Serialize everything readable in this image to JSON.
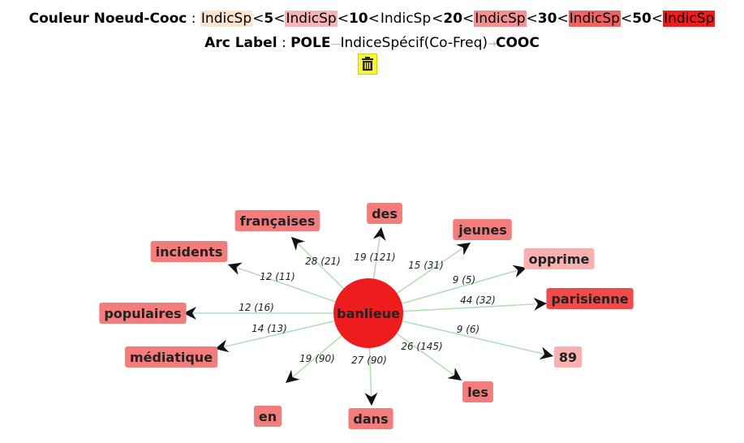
{
  "legend": {
    "title": "Couleur Noeud-Cooc",
    "sep": " : ",
    "items": [
      {
        "label": "IndicSp",
        "color": "#fce4d2"
      },
      {
        "op": "<"
      },
      {
        "threshold": "5"
      },
      {
        "op": "<"
      },
      {
        "label": "IndicSp",
        "color": "#f7b5b5"
      },
      {
        "op": "<"
      },
      {
        "threshold": "10"
      },
      {
        "op": "<"
      },
      {
        "label": "IndicSp",
        "color": "#ffffff"
      },
      {
        "op": "<"
      },
      {
        "threshold": "20"
      },
      {
        "op": "<"
      },
      {
        "label": "IndicSp",
        "color": "#f49191"
      },
      {
        "op": "<"
      },
      {
        "threshold": "30"
      },
      {
        "op": "<"
      },
      {
        "label": "IndicSp",
        "color": "#f16363"
      },
      {
        "op": "<"
      },
      {
        "threshold": "50"
      },
      {
        "op": "<"
      },
      {
        "label": "IndicSp",
        "color": "#ee1c1c"
      }
    ]
  },
  "arc_label": {
    "title": "Arc Label",
    "sep": " : ",
    "pole": "POLE",
    "middle": "IndiceSpécif(Co-Freq)",
    "cooc": "COOC"
  },
  "delete_icon": "trash-icon",
  "colors": {
    "center": "#ee1c1c",
    "edge": "#b6deb6",
    "arrow": "#111111"
  },
  "graph": {
    "center": {
      "label": "banlieue"
    },
    "nodes": [
      {
        "label": "françaises",
        "edge": "28 (21)",
        "color": "#f37d7d"
      },
      {
        "label": "des",
        "edge": "19 (121)",
        "color": "#f37d7d"
      },
      {
        "label": "jeunes",
        "edge": "15 (31)",
        "color": "#f37d7d"
      },
      {
        "label": "incidents",
        "edge": "12 (11)",
        "color": "#f37d7d"
      },
      {
        "label": "opprime",
        "edge": "9 (5)",
        "color": "#f8b0b0"
      },
      {
        "label": "populaires",
        "edge": "12 (16)",
        "color": "#f37d7d"
      },
      {
        "label": "parisienne",
        "edge": "44 (32)",
        "color": "#ef4b4b"
      },
      {
        "label": "médiatique",
        "edge": "14 (13)",
        "color": "#f37d7d"
      },
      {
        "label": "89",
        "edge": "9 (6)",
        "color": "#f8b0b0"
      },
      {
        "label": "en",
        "edge": "19 (90)",
        "color": "#f37d7d"
      },
      {
        "label": "dans",
        "edge": "27 (90)",
        "color": "#f37d7d"
      },
      {
        "label": "les",
        "edge": "26 (145)",
        "color": "#f37d7d"
      }
    ]
  }
}
